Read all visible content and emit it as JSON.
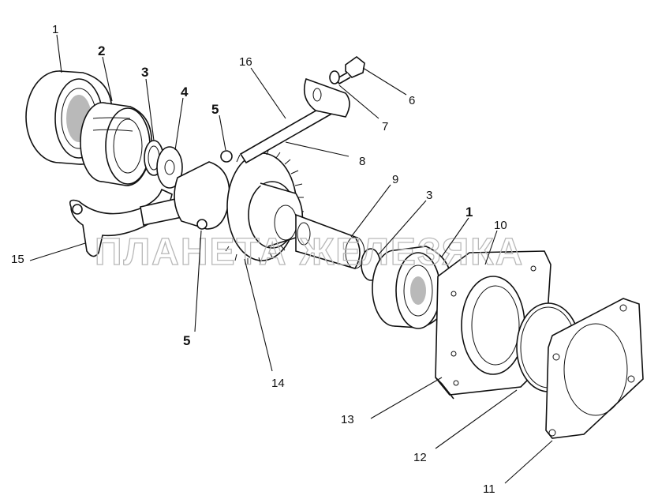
{
  "watermark": "ПЛАНЕТА ЖЕЛЕЗЯКА",
  "callouts": {
    "c1a": "1",
    "c2": "2",
    "c3a": "3",
    "c4": "4",
    "c5a": "5",
    "c16": "16",
    "c6": "6",
    "c7": "7",
    "c8": "8",
    "c9": "9",
    "c3b": "3",
    "c1b": "1",
    "c10": "10",
    "c15": "15",
    "c5b": "5",
    "c14": "14",
    "c13": "13",
    "c12": "12",
    "c11": "11"
  }
}
